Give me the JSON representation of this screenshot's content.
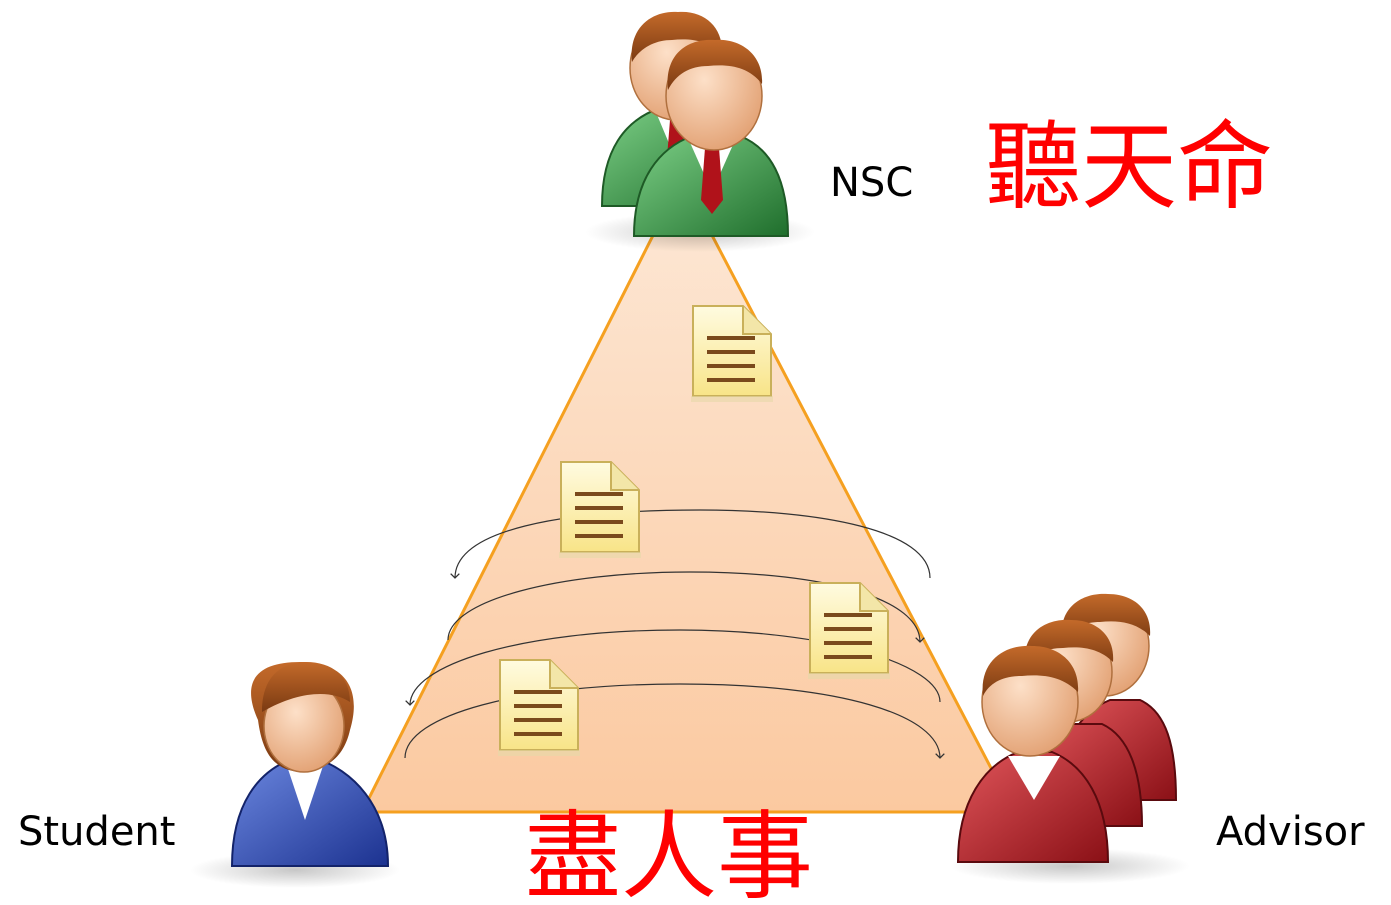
{
  "nodes": {
    "nsc": {
      "label": "NSC"
    },
    "student": {
      "label": "Student"
    },
    "advisor": {
      "label": "Advisor"
    }
  },
  "captions": {
    "top": "聽天命",
    "bottom": "盡人事"
  },
  "colors": {
    "triangle_fill": "#fcd2ae",
    "triangle_stroke": "#f5a020",
    "caption": "#ff0000",
    "nsc_suit": "#2e8b3e",
    "student_suit": "#2a46a8",
    "advisor_suit": "#b81c24",
    "document": "#fbeea0"
  },
  "icons": [
    "person-icon",
    "group-icon",
    "document-icon",
    "curved-arrow-icon"
  ]
}
